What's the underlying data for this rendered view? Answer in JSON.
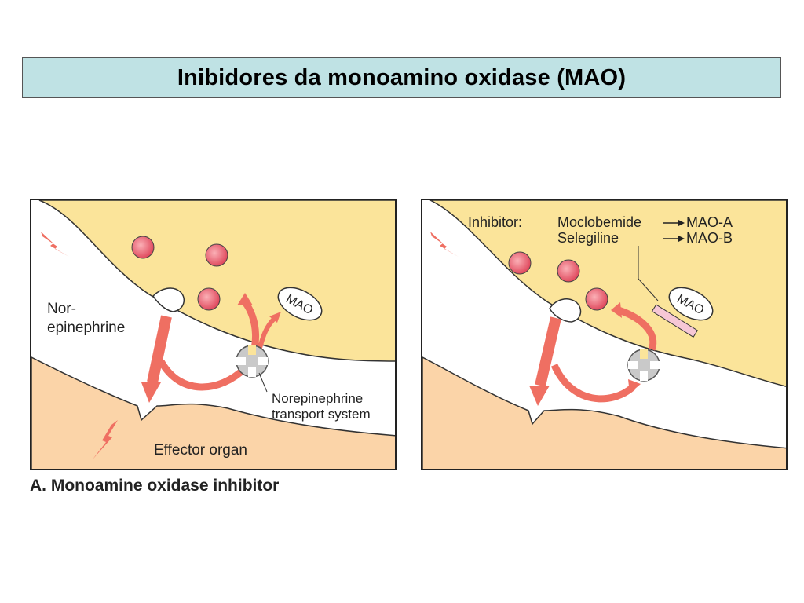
{
  "slide": {
    "title": "Inibidores da monoamino oxidase (MAO)"
  },
  "figure": {
    "caption": "A. Monoamine oxidase inhibitor",
    "left_panel": {
      "neurotransmitter_label_line1": "Nor-",
      "neurotransmitter_label_line2": "epinephrine",
      "enzyme_label": "MAO",
      "transporter_label_line1": "Norepinephrine",
      "transporter_label_line2": "transport system",
      "effector_label": "Effector organ"
    },
    "right_panel": {
      "inhibitor_heading": "Inhibitor:",
      "drug1": "Moclobemide",
      "drug1_target": "MAO-A",
      "drug2": "Selegiline",
      "drug2_target": "MAO-B",
      "enzyme_label": "MAO"
    }
  },
  "colors": {
    "neuron": "#fbe49a",
    "effector": "#fbd4a8",
    "arrow": "#ef6f62",
    "vesicle": "#e85a6a",
    "title_bg": "#bfe2e4",
    "inhibitor_bar": "#f6c7d6"
  }
}
